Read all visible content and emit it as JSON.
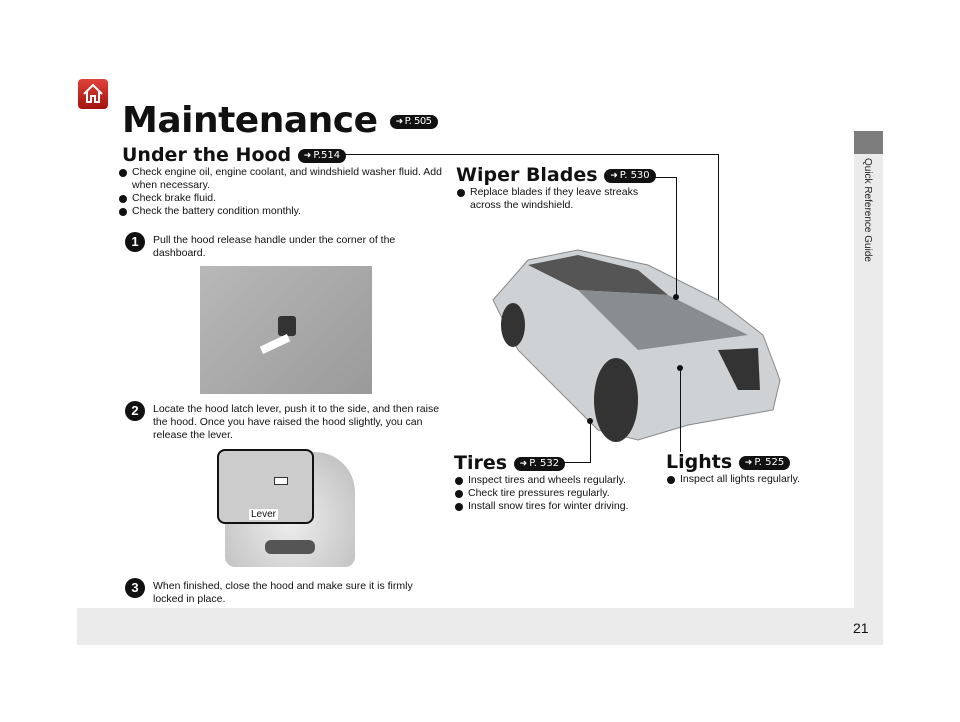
{
  "title": "Maintenance",
  "title_ref": "P. 505",
  "under_hood": {
    "heading": "Under the Hood",
    "ref": "P.514",
    "bullets": [
      "Check engine oil, engine coolant, and windshield washer fluid. Add when necessary.",
      "Check brake fluid.",
      "Check the battery condition monthly."
    ],
    "steps": [
      {
        "num": "1",
        "text": "Pull the hood release handle under the corner of the dashboard."
      },
      {
        "num": "2",
        "text": "Locate the hood latch lever, push it to the side, and then raise the hood. Once you have raised the hood slightly, you can release the lever."
      },
      {
        "num": "3",
        "text": "When finished, close the hood and make sure it is firmly locked in place."
      }
    ],
    "lever_label": "Lever"
  },
  "wiper": {
    "heading": "Wiper Blades",
    "ref": "P. 530",
    "bullets": [
      "Replace blades if they leave streaks across the windshield."
    ]
  },
  "tires": {
    "heading": "Tires",
    "ref": "P. 532",
    "bullets": [
      "Inspect tires and wheels regularly.",
      "Check tire pressures regularly.",
      "Install snow tires for winter driving."
    ]
  },
  "lights": {
    "heading": "Lights",
    "ref": "P. 525",
    "bullets": [
      "Inspect all lights regularly."
    ]
  },
  "side_tab": "Quick Reference Guide",
  "page_number": "21"
}
